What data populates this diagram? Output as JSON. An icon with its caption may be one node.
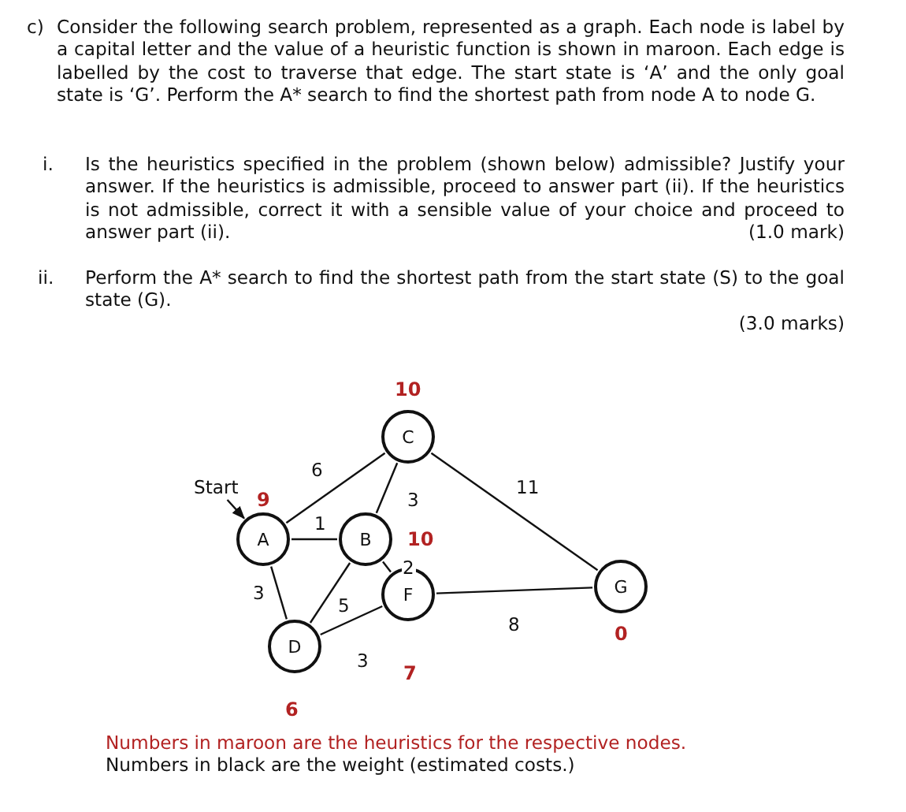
{
  "diagram": {
    "nodes": [
      {
        "text": [
          "Start"
        ]
      },
      {
        "text": [
          "C"
        ],
        "beside": [
          "10"
        ]
      },
      {
        "text": [
          "A"
        ],
        "beside": [
          "9"
        ]
      },
      {
        "text": [
          "B"
        ],
        "beside": [
          "10"
        ]
      },
      {
        "text": [
          "G"
        ],
        "beside": [
          "0"
        ]
      },
      {
        "text": [
          "F"
        ],
        "beside": [
          "7"
        ]
      },
      {
        "text": [
          "D"
        ],
        "beside": [
          "6"
        ]
      }
    ],
    "edges": [
      {
        "from": 0,
        "to": 2,
        "arrow": "to"
      },
      {
        "from": 2,
        "to": 1,
        "arrow": "none",
        "label": "6"
      },
      {
        "from": 1,
        "to": 3,
        "arrow": "none",
        "label": "3"
      },
      {
        "from": 2,
        "to": 3,
        "arrow": "none",
        "label": "1"
      },
      {
        "from": 3,
        "to": 5,
        "arrow": "none",
        "label": "2"
      },
      {
        "from": 1,
        "to": 4,
        "arrow": "none",
        "label": "11"
      },
      {
        "from": 2,
        "to": 6,
        "arrow": "none",
        "label": "3"
      },
      {
        "from": 3,
        "to": 6,
        "arrow": "none",
        "label": "5"
      },
      {
        "from": 6,
        "to": 5,
        "arrow": "none",
        "label": "3"
      },
      {
        "from": 5,
        "to": 4,
        "arrow": "none",
        "label": "8"
      }
    ],
    "labels": [
      "c)",
      "Consider the following search problem, represented as a graph. Each node is label by a capital letter and the value of a heuristic function is shown in maroon. Each edge is labelled by the cost to traverse that edge. The start state is ‘A’ and the only goal state is ‘G’. Perform the A* search to find the shortest path from node A to node G.",
      "i.",
      "Is the heuristics specified in the problem (shown below) admissible? Justify your answer. If the heuristics is admissible, proceed to answer part (ii). If the heuristics is not admissible, correct it with a sensible value of your choice and proceed to answer part (ii).",
      "(1.0 mark)",
      "ii.",
      "Perform the A* search to find the shortest path from the start state (S) to the goal state (G).",
      "(3.0 marks)",
      "Numbers in maroon are the heuristics for the respective nodes.",
      "Numbers in black are the weight (estimated costs.)"
    ]
  }
}
